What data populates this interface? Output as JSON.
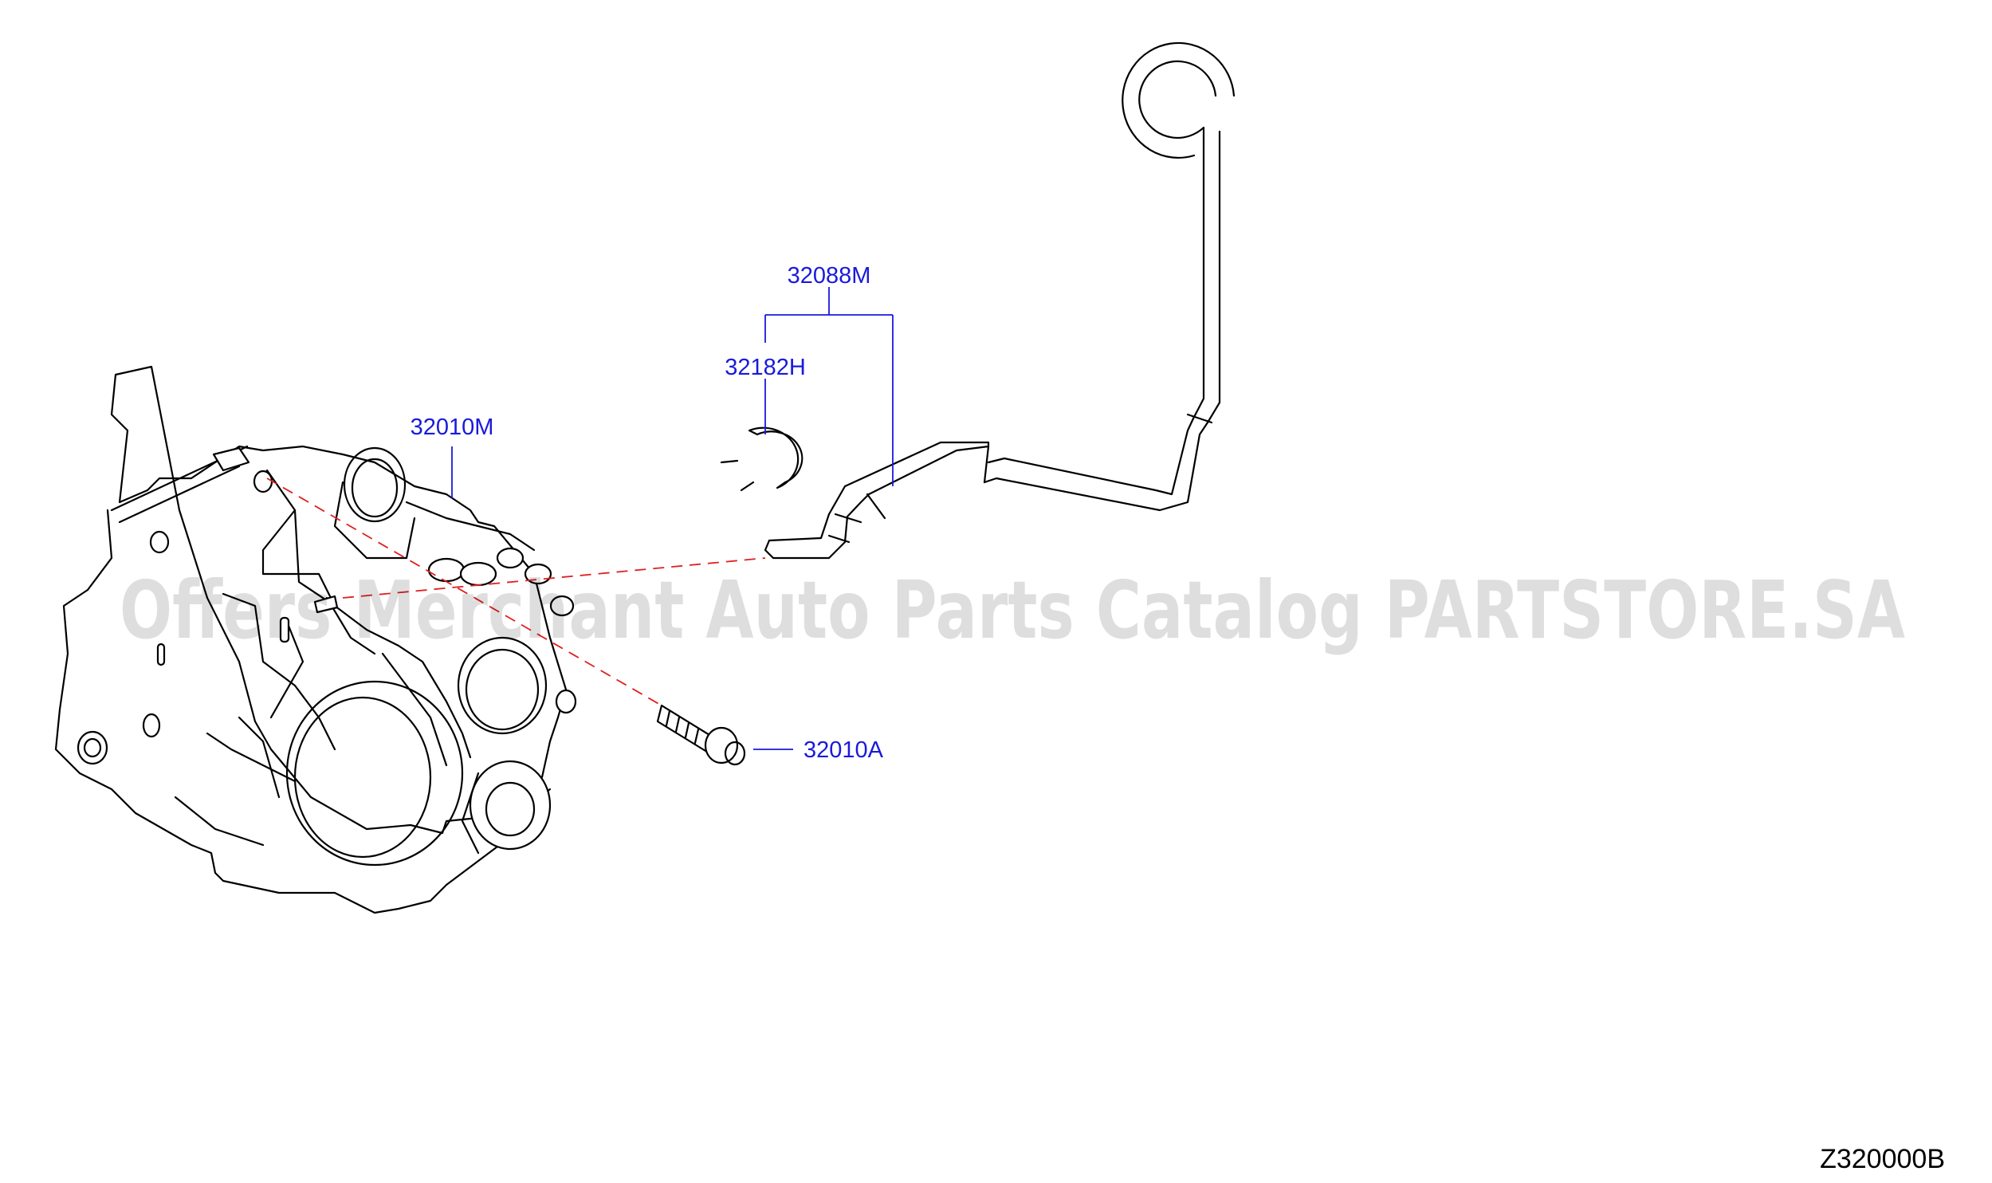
{
  "callouts": {
    "hose_assembly": "32088M",
    "clip": "32182H",
    "transfer_assembly": "32010M",
    "bolt": "32010A"
  },
  "diagram_id": "Z320000B",
  "watermark": "Offers Merchant Auto Parts Catalog PARTSTORE.SA",
  "colors": {
    "callout": "#1a1adc",
    "dash_line": "#e02020",
    "line_art": "#000000"
  }
}
